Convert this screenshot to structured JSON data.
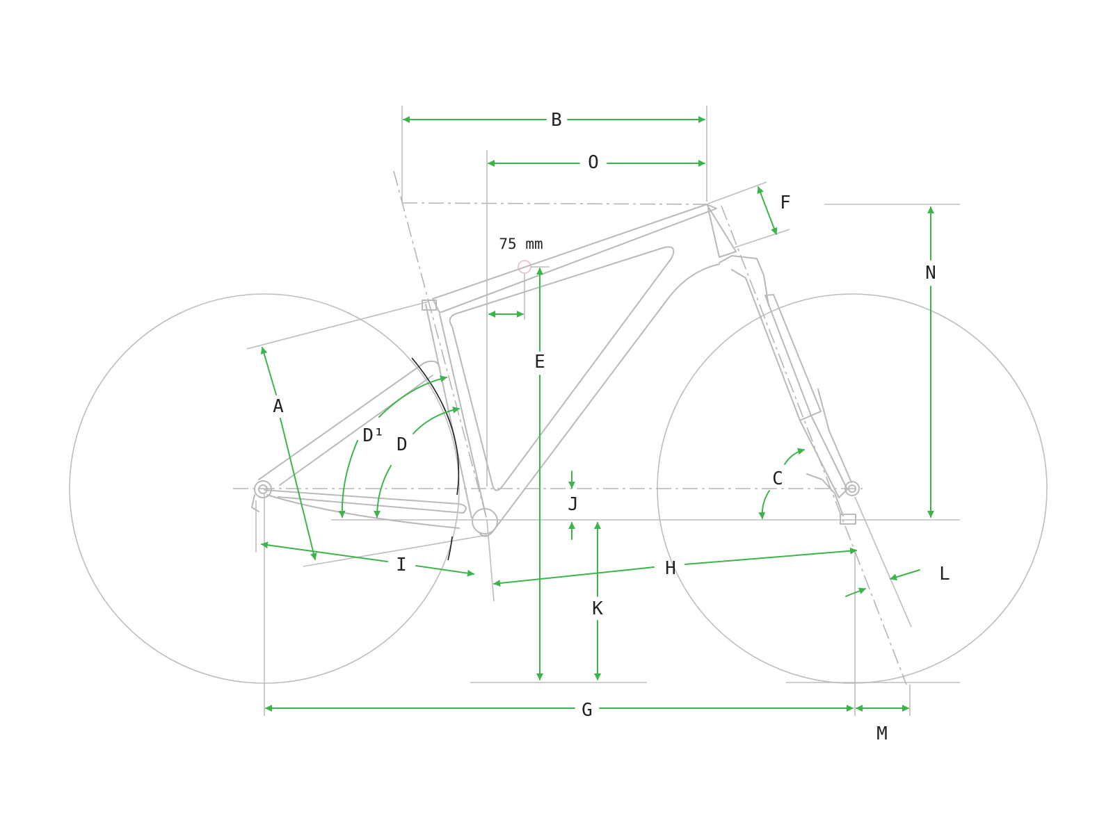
{
  "colors": {
    "dimension": "#3bb54a",
    "frame": "#b9b9b9",
    "text": "#222222"
  },
  "labels": {
    "A": "A",
    "B": "B",
    "C": "C",
    "D": "D",
    "D1": "D¹",
    "E": "E",
    "F": "F",
    "G": "G",
    "H": "H",
    "I": "I",
    "J": "J",
    "K": "K",
    "L": "L",
    "M": "M",
    "N": "N",
    "O": "O"
  },
  "annotations": {
    "standover_offset": "75 mm"
  }
}
